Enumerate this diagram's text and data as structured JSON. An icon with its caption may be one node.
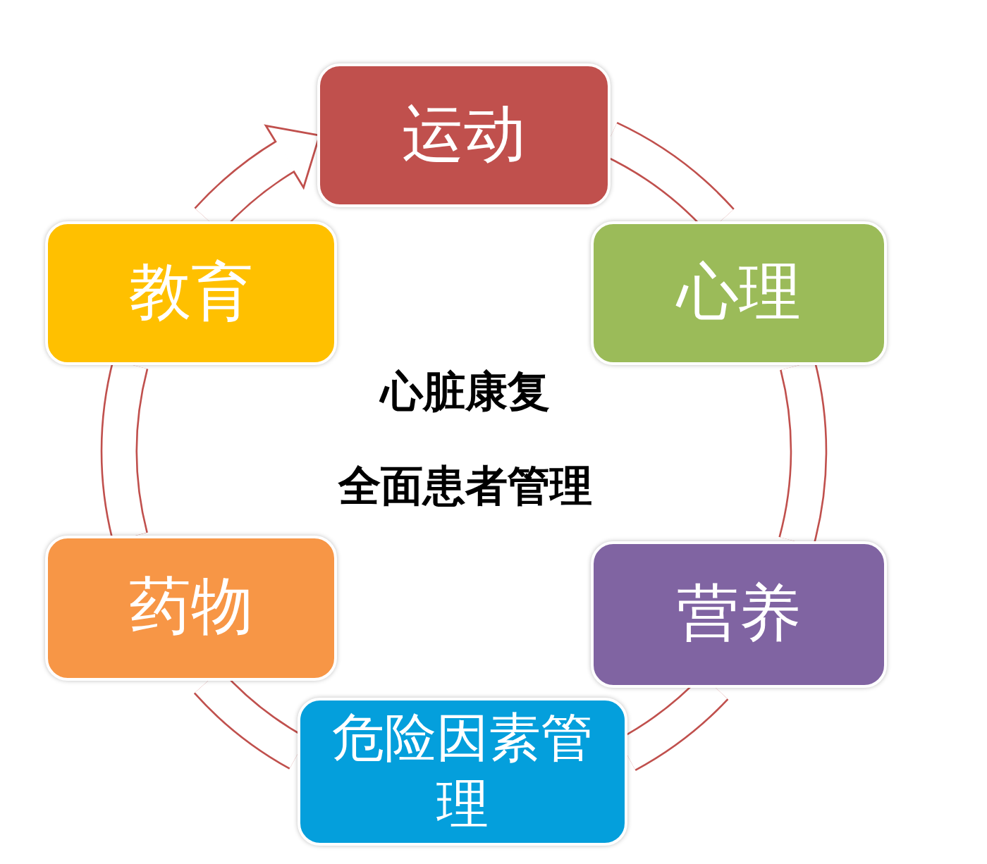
{
  "diagram": {
    "nodes": [
      {
        "text": [
          "运动"
        ]
      },
      {
        "text": [
          "心理"
        ]
      },
      {
        "text": [
          "营养"
        ]
      },
      {
        "text": [
          "危险因素管理"
        ]
      },
      {
        "text": [
          "药物"
        ]
      },
      {
        "text": [
          "教育"
        ]
      }
    ],
    "edges": [
      {
        "from": 0,
        "to": 1,
        "arrow": "none"
      },
      {
        "from": 1,
        "to": 2,
        "arrow": "none"
      },
      {
        "from": 2,
        "to": 3,
        "arrow": "none"
      },
      {
        "from": 3,
        "to": 4,
        "arrow": "none"
      },
      {
        "from": 4,
        "to": 5,
        "arrow": "none"
      },
      {
        "from": 5,
        "to": 0,
        "arrow": "to"
      }
    ],
    "labels": [
      "心脏康复",
      "全面患者管理"
    ]
  }
}
